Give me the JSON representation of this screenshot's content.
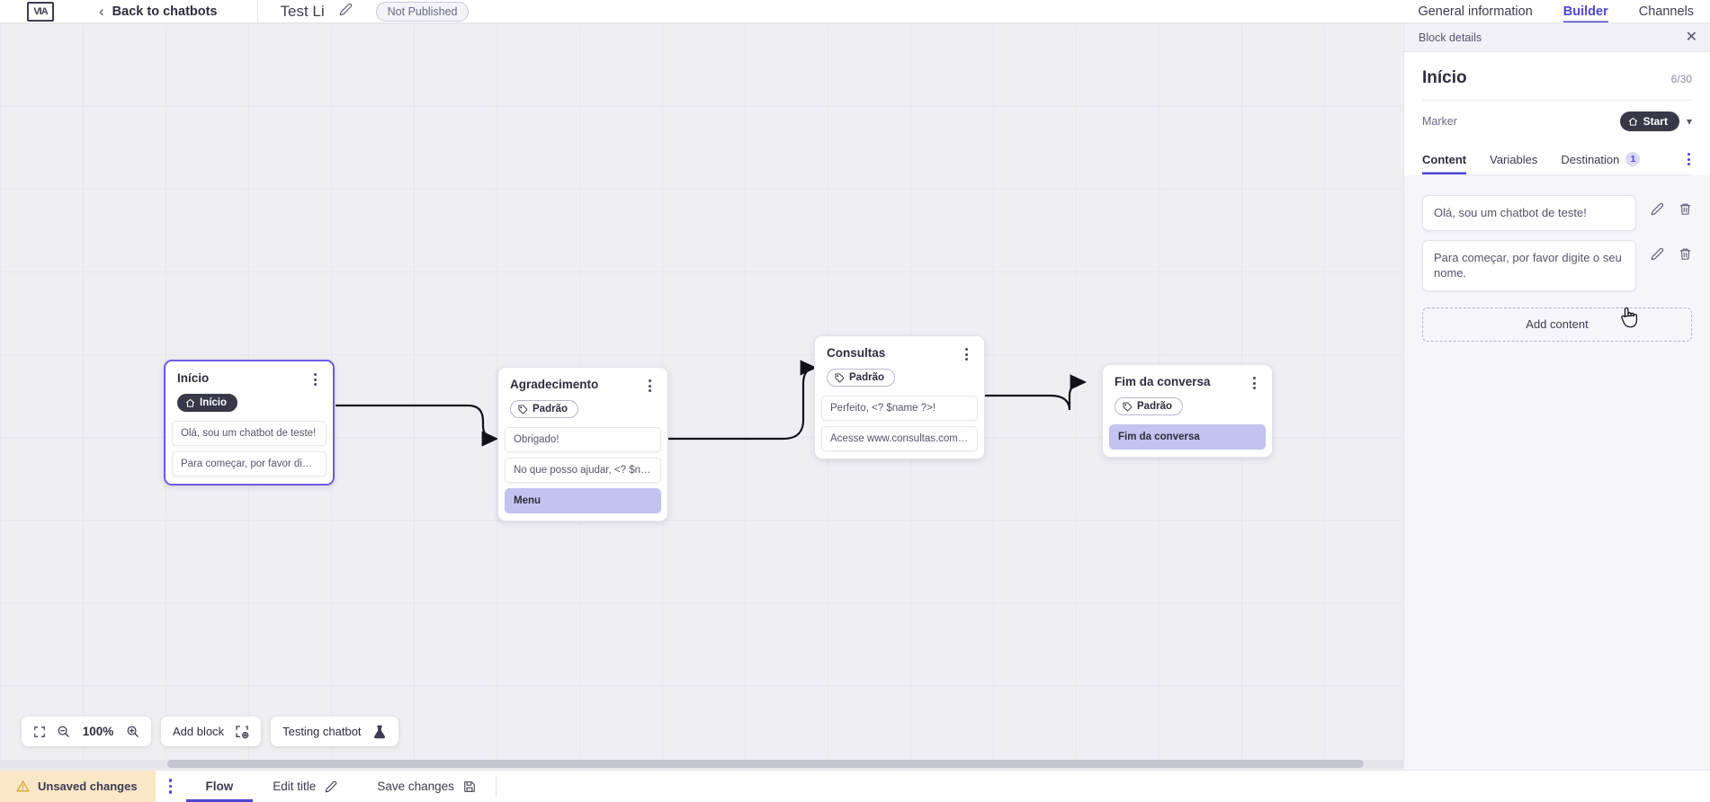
{
  "header": {
    "logo_name": "app-logo",
    "back_label": "Back to chatbots",
    "doc_title": "Test Li",
    "status_badge": "Not Published",
    "tabs": [
      {
        "label": "General information",
        "active": false
      },
      {
        "label": "Builder",
        "active": true
      },
      {
        "label": "Channels",
        "active": false
      }
    ]
  },
  "canvas": {
    "zoom_level": "100%",
    "add_block_label": "Add block",
    "testing_label": "Testing chatbot",
    "nodes": [
      {
        "title": "Início",
        "tag": "Início",
        "tag_type": "start",
        "rows": [
          {
            "text": "Olá, sou um chatbot de teste!",
            "highlight": false
          },
          {
            "text": "Para começar, por favor digite o ...",
            "highlight": false
          }
        ]
      },
      {
        "title": "Agradecimento",
        "tag": "Padrão",
        "tag_type": "default",
        "rows": [
          {
            "text": "Obrigado!",
            "highlight": false
          },
          {
            "text": "No que posso ajudar, <? $name ...",
            "highlight": false
          },
          {
            "text": "Menu",
            "highlight": true
          }
        ]
      },
      {
        "title": "Consultas",
        "tag": "Padrão",
        "tag_type": "default",
        "rows": [
          {
            "text": "Perfeito, <? $name ?>!",
            "highlight": false
          },
          {
            "text": "Acesse www.consultas.com par...",
            "highlight": false
          }
        ]
      },
      {
        "title": "Fim da conversa",
        "tag": "Padrão",
        "tag_type": "default",
        "rows": [
          {
            "text": "Fim da conversa",
            "highlight": true
          }
        ]
      }
    ]
  },
  "panel": {
    "topbar_label": "Block details",
    "block_title": "Início",
    "char_count": "6/30",
    "marker_label": "Marker",
    "marker_value": "Start",
    "tabs": [
      {
        "label": "Content",
        "active": true,
        "badge": ""
      },
      {
        "label": "Variables",
        "active": false,
        "badge": ""
      },
      {
        "label": "Destination",
        "active": false,
        "badge": "1"
      }
    ],
    "contents": [
      {
        "text": "Olá, sou um chatbot de teste!"
      },
      {
        "text": "Para começar, por favor digite o seu nome."
      }
    ],
    "add_content_label": "Add content"
  },
  "statusbar": {
    "unsaved_label": "Unsaved changes",
    "flow_label": "Flow",
    "edit_title_label": "Edit title",
    "save_label": "Save changes"
  },
  "colors": {
    "accent": "#4f46d6",
    "node_selected": "#6b5ce0",
    "highlight_row": "#c3c3ef",
    "warning_bg": "#fae7c8",
    "dark_chip": "#383849"
  }
}
